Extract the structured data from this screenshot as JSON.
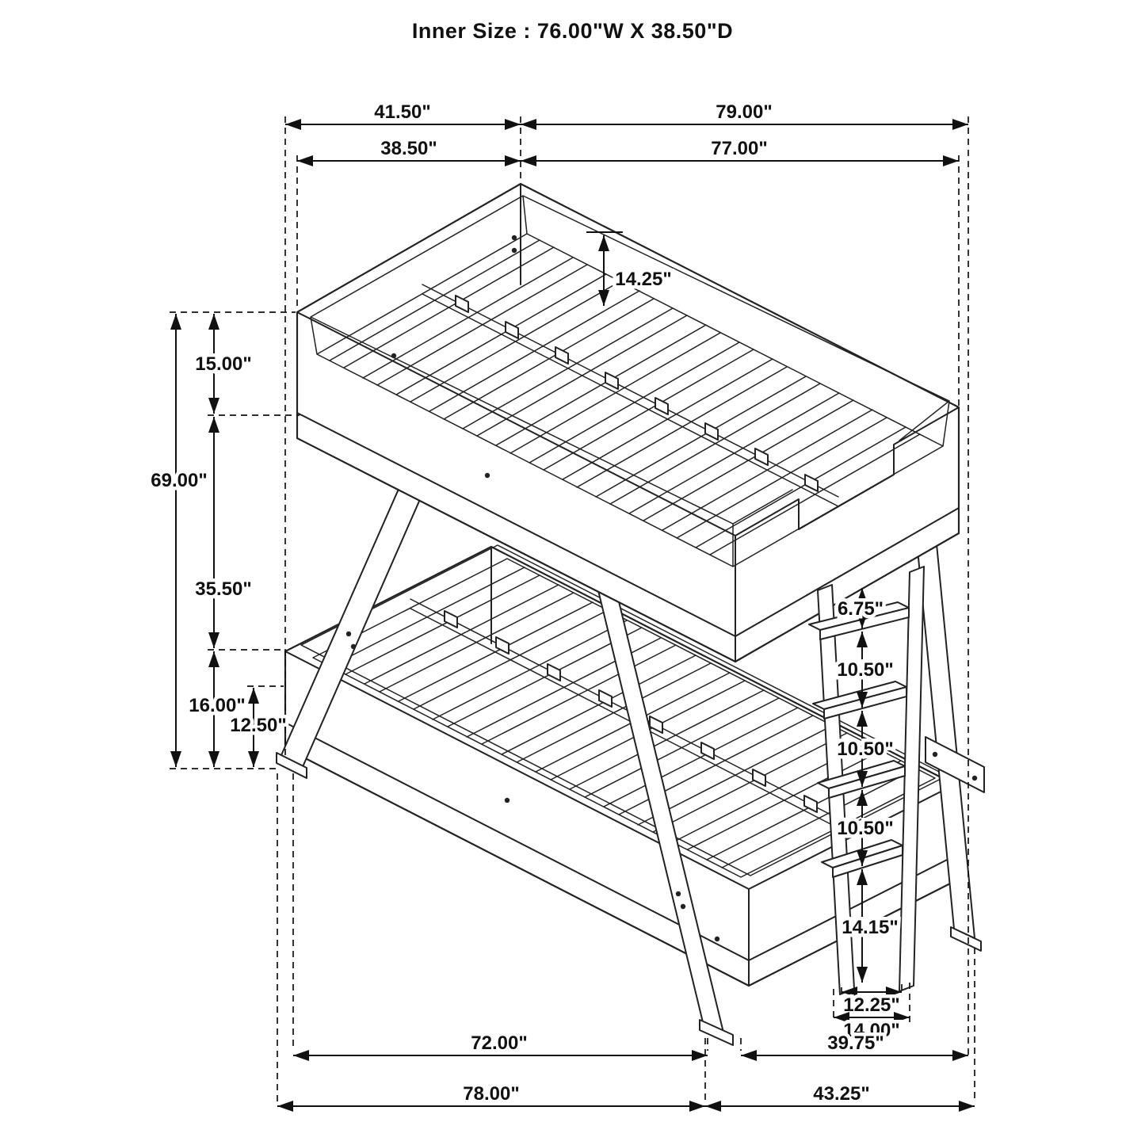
{
  "title": "Inner Size : 76.00\"W X 38.50\"D",
  "colors": {
    "line": "#222222",
    "background": "#ffffff"
  },
  "dimensions": {
    "overall_top_depth": "41.50\"",
    "overall_top_width": "79.00\"",
    "bunk_depth": "38.50\"",
    "bunk_width": "77.00\"",
    "guard_rail_inner_height": "14.25\"",
    "top_rail_height": "15.00\"",
    "overall_height": "69.00\"",
    "bunk_gap": "35.50\"",
    "bottom_rail_floor_height": "16.00\"",
    "under_clearance": "12.50\"",
    "ladder_top_gap": "6.75\"",
    "ladder_rung_gap_1": "10.50\"",
    "ladder_rung_gap_2": "10.50\"",
    "ladder_rung_gap_3": "10.50\"",
    "ladder_bottom_gap": "14.15\"",
    "ladder_inner_width": "12.25\"",
    "ladder_outer_width": "14.00\"",
    "bottom_bunk_width": "72.00\"",
    "base_right_span": "39.75\"",
    "overall_base_width": "78.00\"",
    "base_right_overall": "43.25\""
  }
}
